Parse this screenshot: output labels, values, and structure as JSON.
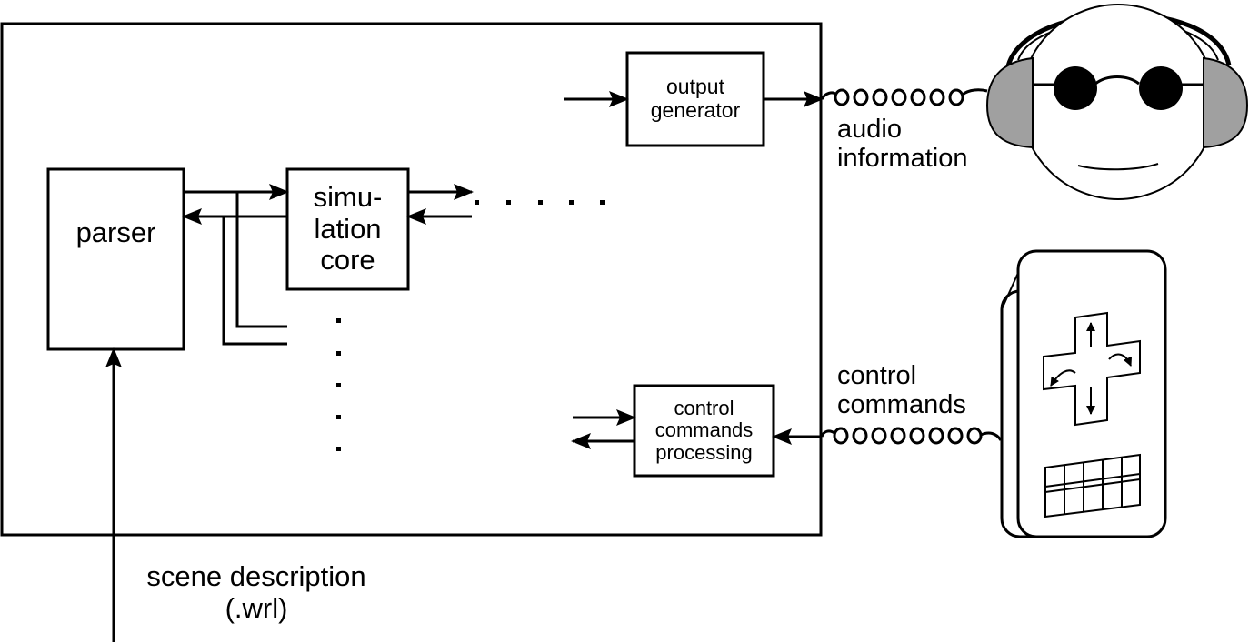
{
  "diagram": {
    "parser": "parser",
    "simulation_core": [
      "simu-",
      "lation",
      "core"
    ],
    "output_generator": [
      "output",
      "generator"
    ],
    "control_processing": [
      "control",
      "commands",
      "processing"
    ],
    "audio_label": [
      "audio",
      "information"
    ],
    "control_label": [
      "control",
      "commands"
    ],
    "scene_label": [
      "scene description",
      "(.wrl)"
    ]
  },
  "colors": {
    "stroke": "#000000",
    "earcup": "#a0a0a0",
    "background": "#ffffff"
  },
  "icons": {
    "listener": "person-with-headphones-and-sunglasses",
    "controller": "handheld-navigation-pad"
  }
}
